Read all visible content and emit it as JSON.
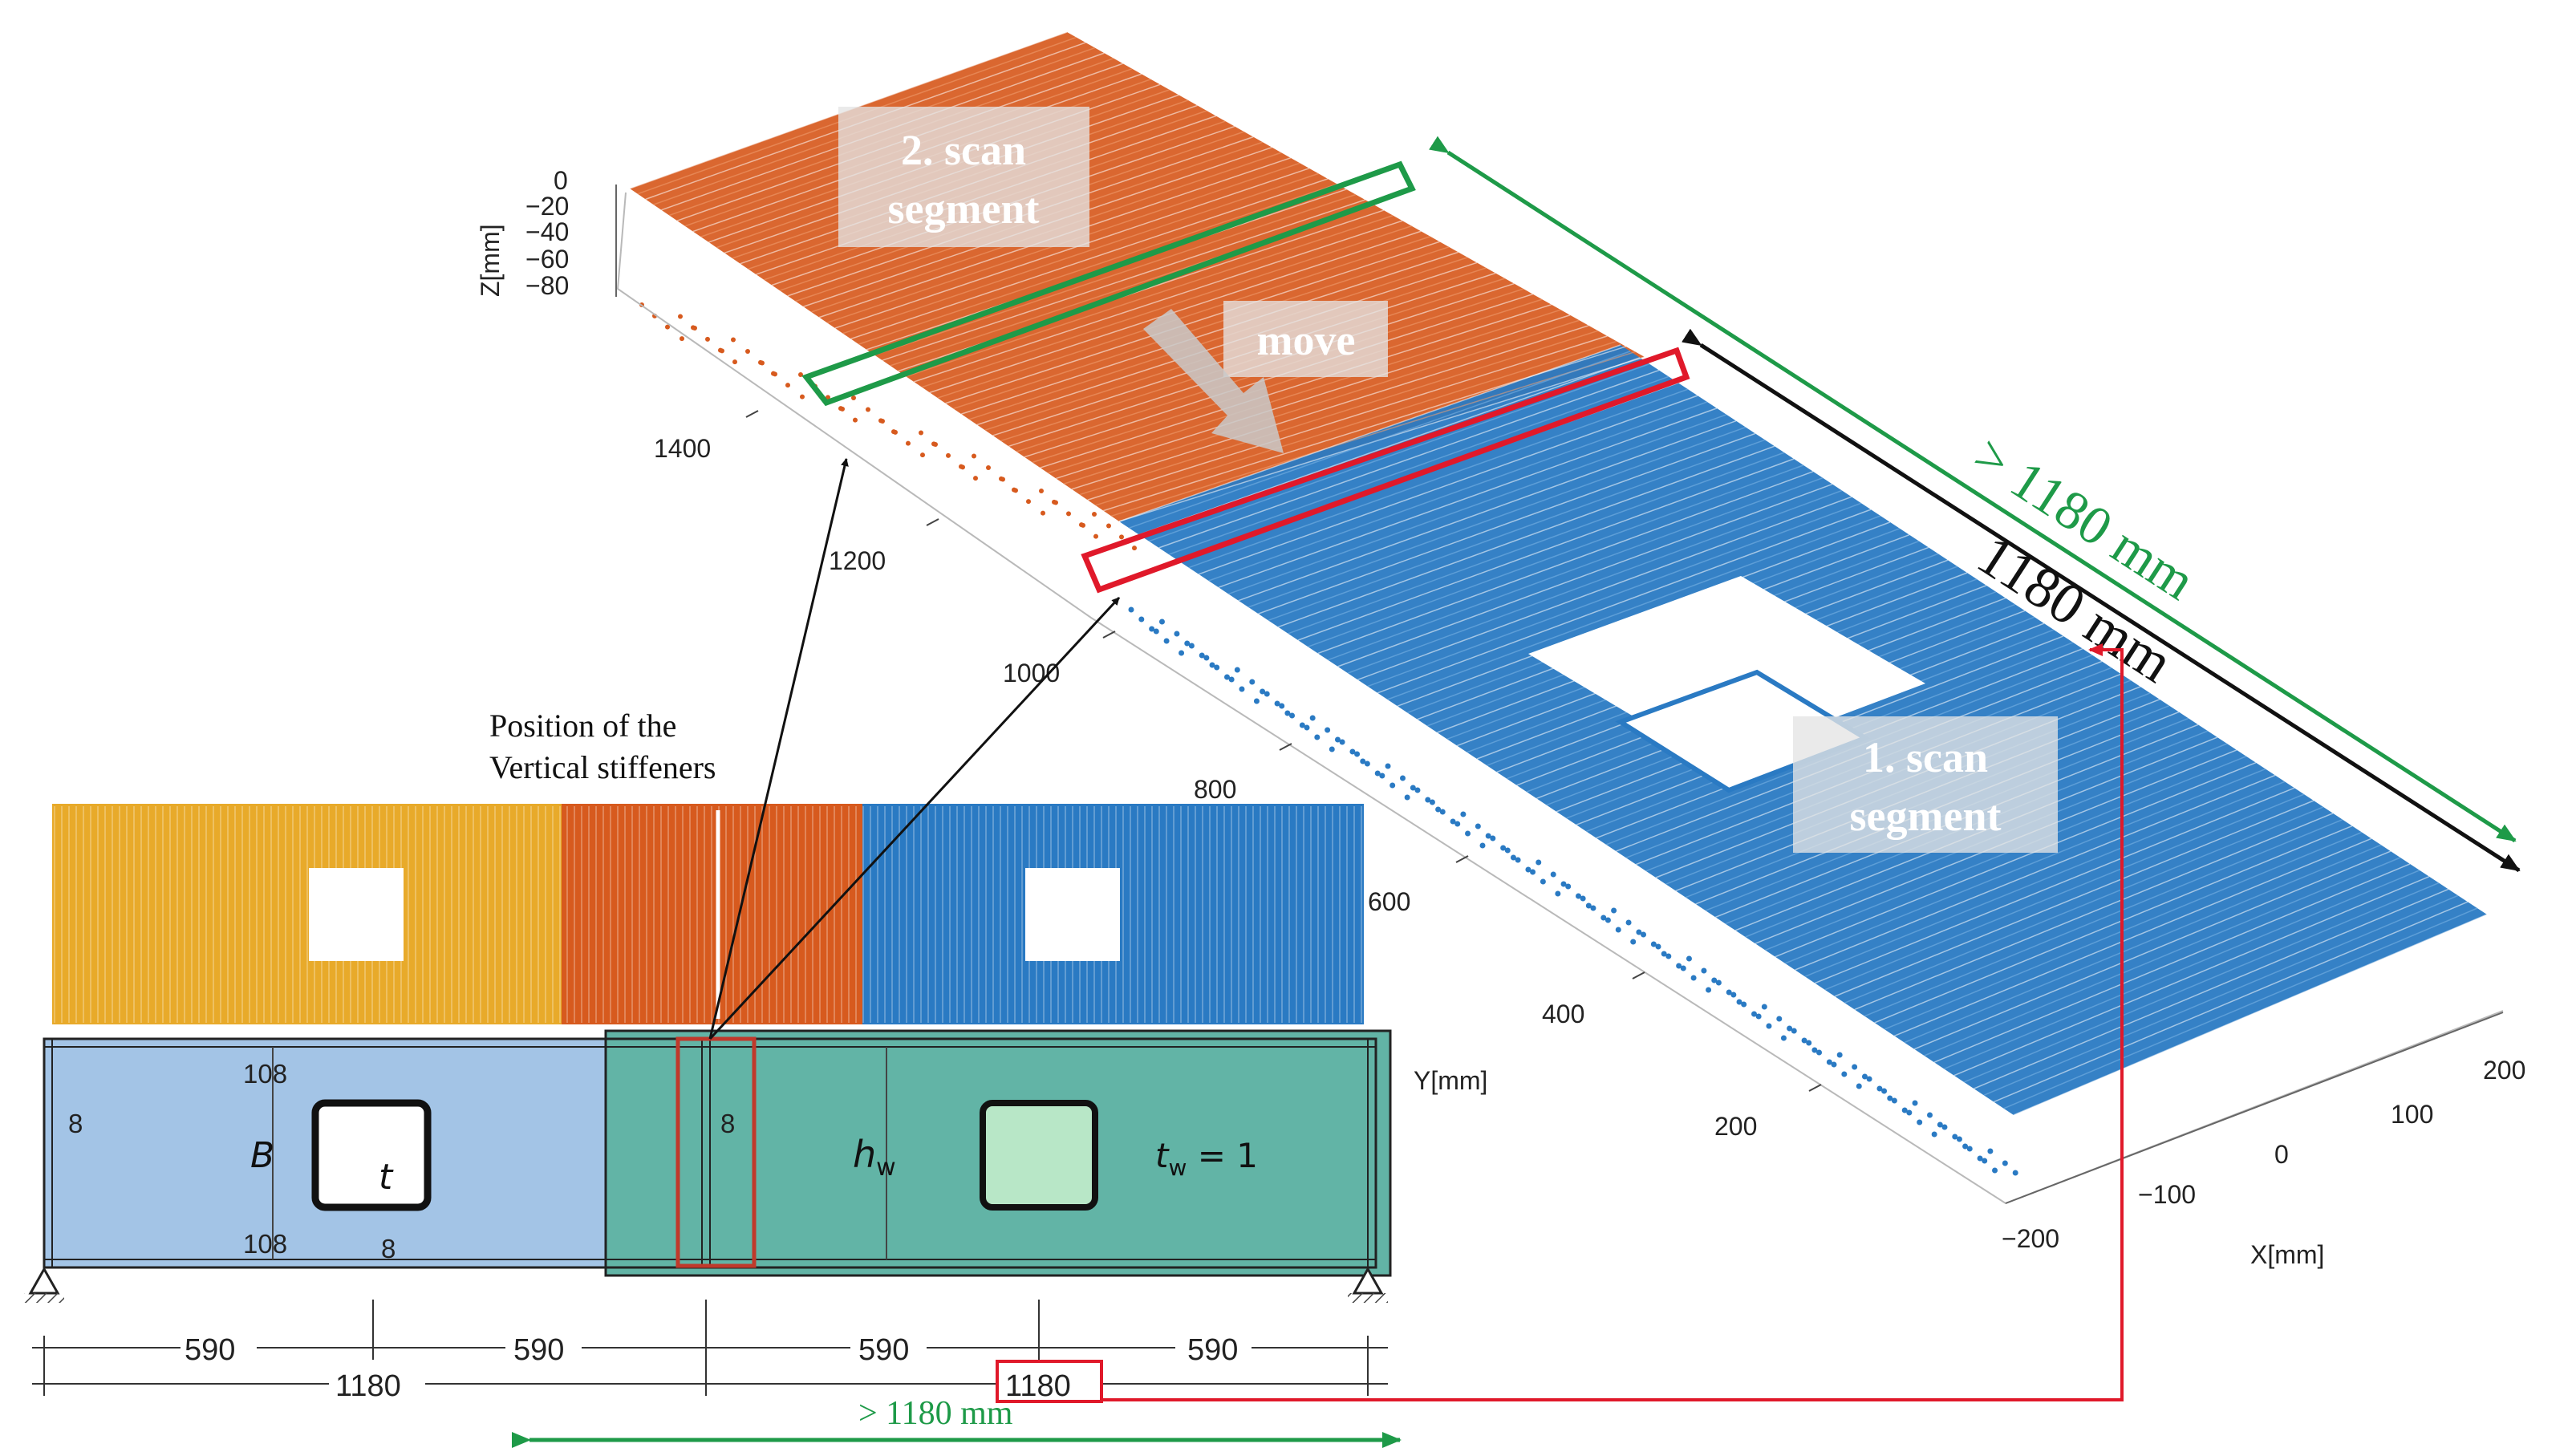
{
  "axes": {
    "z_label": "Z[mm]",
    "z_ticks": [
      "0",
      "−20",
      "−40",
      "−60",
      "−80"
    ],
    "y_label": "Y[mm]",
    "y_ticks": [
      "1400",
      "1200",
      "1000",
      "800",
      "600",
      "400",
      "200"
    ],
    "x_label": "X[mm]",
    "x_ticks": [
      "200",
      "100",
      "0",
      "−100",
      "−200"
    ]
  },
  "labels": {
    "scan2": [
      "2. scan",
      "segment"
    ],
    "scan1": [
      "1. scan",
      "segment"
    ],
    "move": "move",
    "stiffener": [
      "Position of the",
      "Vertical stiffeners"
    ],
    "dim_green": "> 1180 mm",
    "dim_black": "1180 mm",
    "dim_bottom_green": "> 1180 mm"
  },
  "beam": {
    "flange_top": "108",
    "flange_bottom": "108",
    "B": "B",
    "t": "t",
    "hw": "h",
    "hw_sub": "w",
    "tw": "t",
    "tw_sub": "w",
    "tw_value": " = 1",
    "stiff_left": "8",
    "stiff_mid": "8",
    "t_value": "8",
    "spans": [
      "590",
      "590",
      "590",
      "590"
    ],
    "totals": [
      "1180",
      "1180"
    ]
  },
  "colors": {
    "orange": "#d75a1e",
    "blue": "#2a7ac3",
    "yellow": "#e8aa2a",
    "green": "#1e9a48",
    "red": "#e0192a",
    "panel_blue": "#a3c4e6",
    "panel_teal": "#62b4a6"
  }
}
